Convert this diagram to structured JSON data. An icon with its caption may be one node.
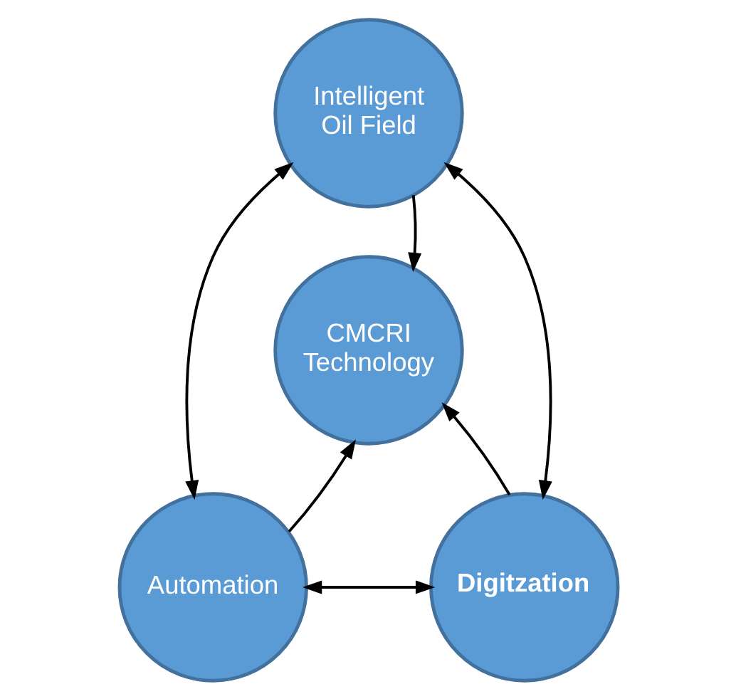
{
  "diagram": {
    "nodes": [
      {
        "text": [
          "Intelligent Oil Field"
        ]
      },
      {
        "text": [
          "CMCRI Technology"
        ]
      },
      {
        "text": [
          "Automation"
        ]
      },
      {
        "text": [
          "Digitzation"
        ]
      }
    ],
    "edges": [
      {
        "from": 0,
        "to": 1,
        "arrow": "to"
      },
      {
        "from": 0,
        "to": 2,
        "arrow": "both"
      },
      {
        "from": 0,
        "to": 3,
        "arrow": "both"
      },
      {
        "from": 2,
        "to": 1,
        "arrow": "to"
      },
      {
        "from": 3,
        "to": 1,
        "arrow": "to"
      },
      {
        "from": 2,
        "to": 3,
        "arrow": "both"
      }
    ]
  }
}
